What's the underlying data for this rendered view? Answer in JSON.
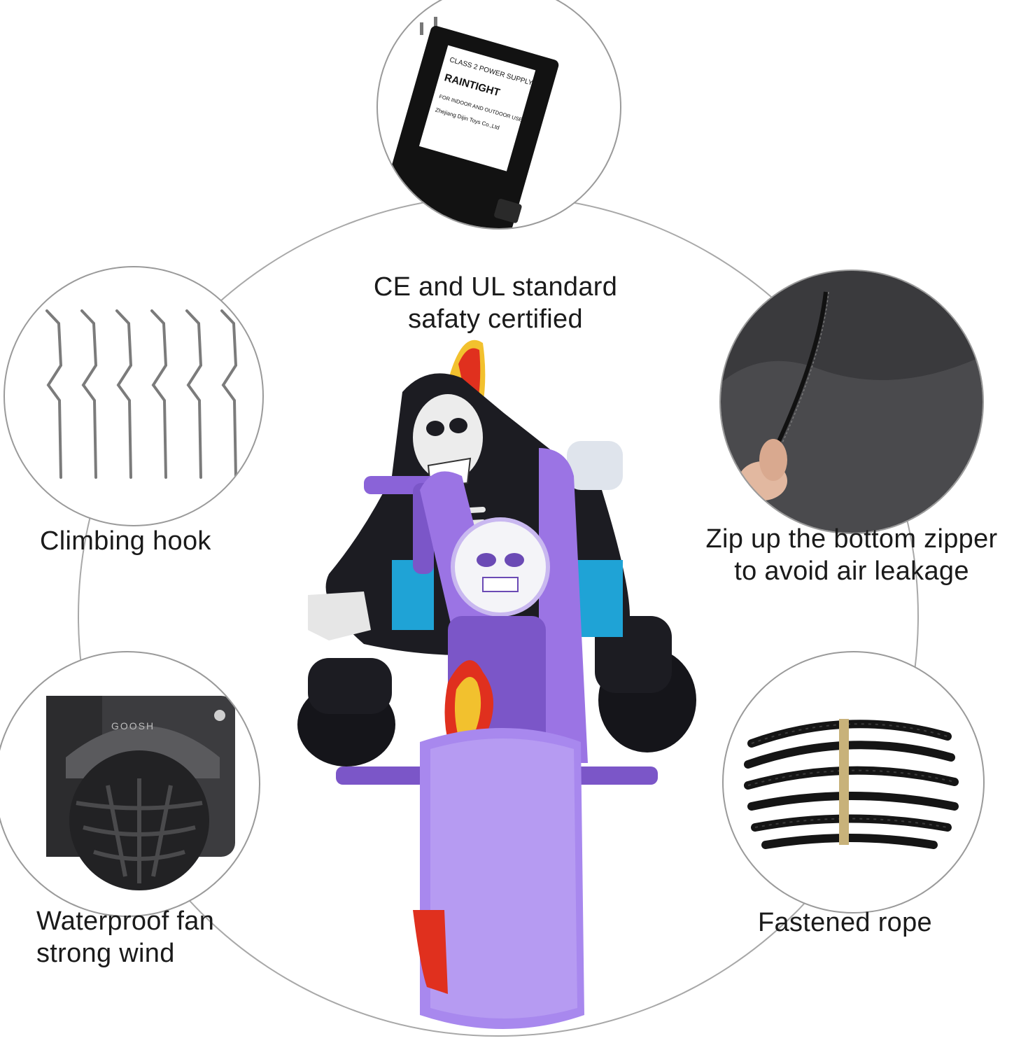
{
  "features": {
    "power_supply": {
      "caption_lines": [
        "CE and UL standard",
        "safaty certified"
      ],
      "label_lines": [
        "CLASS 2 POWER SUPPLY",
        "RAINTIGHT",
        "FOR INDOOR AND OUTDOOR USE",
        "Zhejiang Dijin Toys Co.,Ltd"
      ]
    },
    "climbing_hook": {
      "caption_lines": [
        "Climbing hook"
      ]
    },
    "zipper": {
      "caption_lines": [
        "Zip up the bottom zipper",
        "to avoid air leakage"
      ]
    },
    "fan": {
      "caption_lines": [
        "Waterproof fan",
        "strong wind"
      ],
      "brand_text": "GOOSH"
    },
    "rope": {
      "caption_lines": [
        "Fastened rope"
      ]
    }
  },
  "colors": {
    "ring": "#9a9a9a",
    "purple": "#8a63d8",
    "black_cloak": "#1c1c22",
    "flame_red": "#e0301e",
    "flame_yellow": "#f2c12e",
    "blue_shirt": "#1fa3d6"
  },
  "product_icon": "inflatable-skeleton-motorcycle"
}
